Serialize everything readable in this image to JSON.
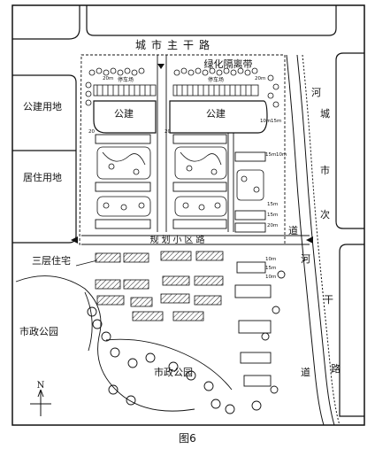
{
  "caption": "图6",
  "labels": {
    "city_main_road": "城市主干路",
    "green_buffer": "绿化隔离带",
    "public_land": "公建用地",
    "residential_land": "居住用地",
    "public_building_left": "公建",
    "public_building_right": "公建",
    "planned_road": "规划小区路",
    "three_storey": "三层住宅",
    "municipal_park_left": "市政公园",
    "municipal_park_bottom": "市政公园",
    "river_top": "河",
    "river_mid": "河",
    "road_city": "城",
    "road_shi": "市",
    "road_ci": "次",
    "road_gan": "干",
    "road_lu": "路",
    "road_dao_top": "道",
    "road_dao_bottom": "道",
    "parking_left": "停车场",
    "parking_right": "停车场",
    "north": "N"
  },
  "dimensions": {
    "d_20m_a": "20m",
    "d_20m_b": "20m",
    "d_20m_c": "20",
    "d_20m_d": "20",
    "d_10m_a": "10m",
    "d_15m_a": "15m",
    "d_15m_b": "15m",
    "d_10m_b": "10m",
    "d_15m_c": "15m",
    "d_15m_d": "15m",
    "d_20m_e": "20m",
    "d_10m_c": "10m",
    "d_15m_e": "15m",
    "d_10m_d": "10m"
  },
  "icons": [
    "north-arrow-icon",
    "entrance-triangle-icon"
  ],
  "colors": {
    "ink": "#111111",
    "paper": "#ffffff"
  }
}
